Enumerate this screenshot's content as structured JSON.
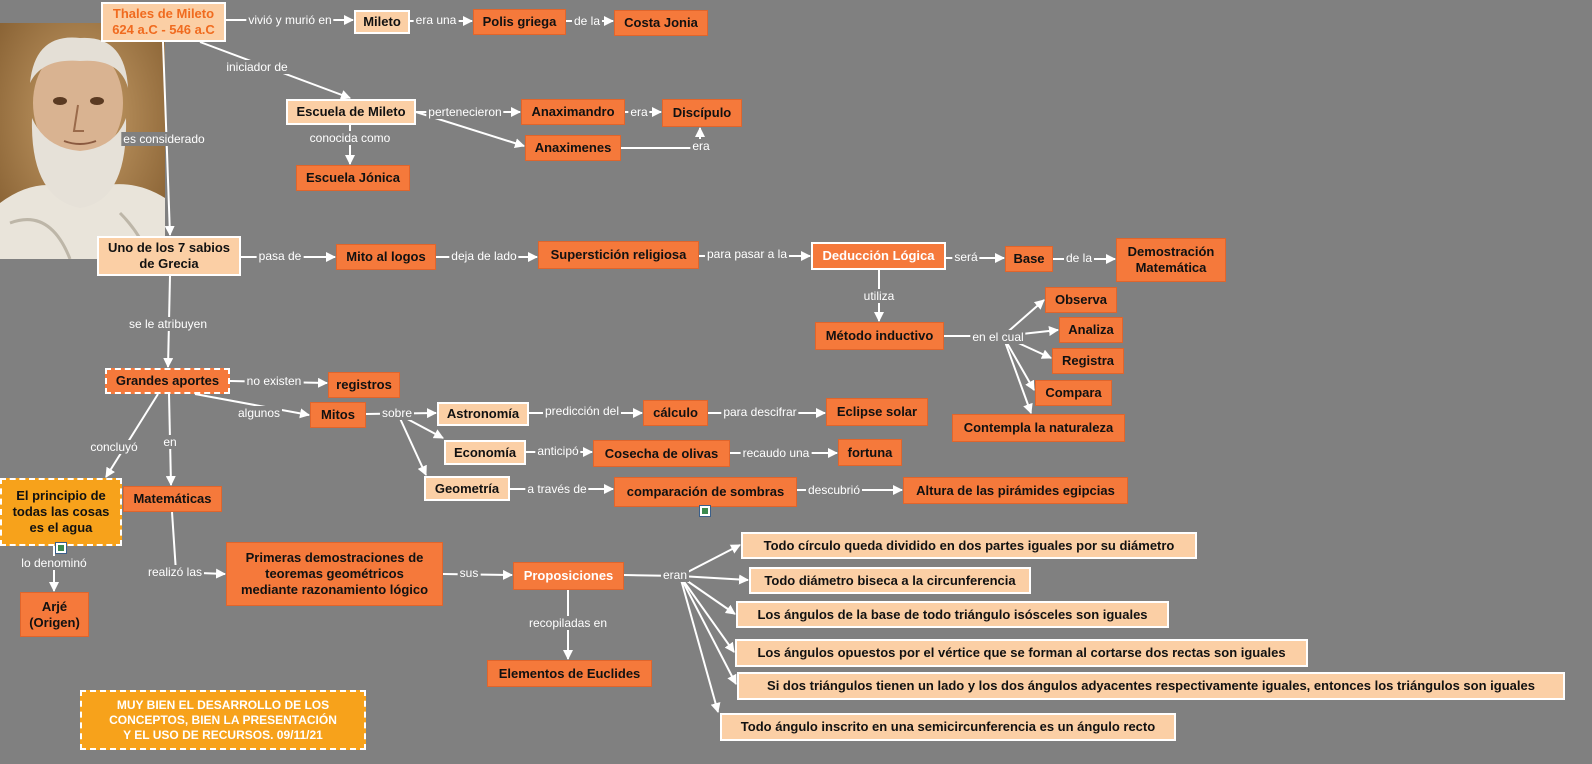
{
  "nodes": {
    "thales": "Thales de Mileto\n624 a.C - 546 a.C",
    "mileto": "Mileto",
    "polis": "Polis griega",
    "costa": "Costa Jonia",
    "escuela_mileto": "Escuela de Mileto",
    "anaximandro": "Anaximandro",
    "discipulo": "Discípulo",
    "anaximenes": "Anaximenes",
    "escuela_jonica": "Escuela Jónica",
    "sabios": "Uno de los 7 sabios\nde Grecia",
    "mito": "Mito al logos",
    "supersticion": "Superstición religiosa",
    "deduccion": "Deducción Lógica",
    "base": "Base",
    "demostracion": "Demostración\nMatemática",
    "metodo": "Método inductivo",
    "observa": "Observa",
    "analiza": "Analiza",
    "registra": "Registra",
    "compara": "Compara",
    "contempla": "Contempla la naturaleza",
    "grandes": "Grandes aportes",
    "registros": "registros",
    "mitos": "Mitos",
    "astronomia": "Astronomía",
    "calculo": "cálculo",
    "eclipse": "Eclipse solar",
    "economia": "Economía",
    "cosecha": "Cosecha de olivas",
    "fortuna": "fortuna",
    "geometria": "Geometría",
    "sombras": "comparación de sombras",
    "altura": "Altura de las pirámides egipcias",
    "principio": "El principio de\ntodas las cosas\nes el agua",
    "matematicas": "Matemáticas",
    "arje": "Arjé\n(Origen)",
    "primeras": "Primeras demostraciones de\nteoremas geométricos\nmediante razonamiento lógico",
    "proposiciones": "Proposiciones",
    "elementos": "Elementos de Euclides",
    "p1": "Todo círculo queda dividido en dos partes iguales por su diámetro",
    "p2": "Todo diámetro biseca a la circunferencia",
    "p3": "Los ángulos de la base de todo triángulo isósceles son iguales",
    "p4": "Los ángulos opuestos por el vértice que se forman al cortarse dos rectas son iguales",
    "p5": "Si dos triángulos tienen un lado y los dos ángulos adyacentes respectivamente iguales, entonces los triángulos son iguales",
    "p6": "Todo ángulo inscrito en una semicircunferencia es un ángulo recto",
    "nota": "MUY BIEN EL DESARROLLO DE LOS\nCONCEPTOS,  BIEN LA PRESENTACIÓN\nY EL USO DE RECURSOS.  09/11/21"
  },
  "labels": {
    "vivio": "vivió  y murió en",
    "era_una": "era una",
    "de_la_1": "de la",
    "iniciador": "iniciador de",
    "es_considerado": "es considerado",
    "pertenecieron": "pertenecieron",
    "era_1": "era",
    "era_2": "era",
    "conocida": "conocida como",
    "pasa_de": "pasa de",
    "deja_de_lado": "deja de lado",
    "para_pasar": "para pasar a la",
    "sera": "será",
    "de_la_2": "de la",
    "utiliza": "utiliza",
    "en_el_cual": "en el cual",
    "se_le_atribuyen": "se le atribuyen",
    "no_existen": "no existen",
    "algunos": "algunos",
    "sobre": "sobre",
    "prediccion": "predicción del",
    "para_descifrar": "para descifrar",
    "anticipo": "anticipó",
    "recaudo": "recaudo una",
    "a_traves": "a través de",
    "descubrio": "descubrió",
    "concluyo": "concluyó",
    "en": "en",
    "lo_denomino": "lo denominó",
    "realizo": "realizó las",
    "sus": "sus",
    "recopiladas": "recopiladas en",
    "eran": "eran"
  }
}
